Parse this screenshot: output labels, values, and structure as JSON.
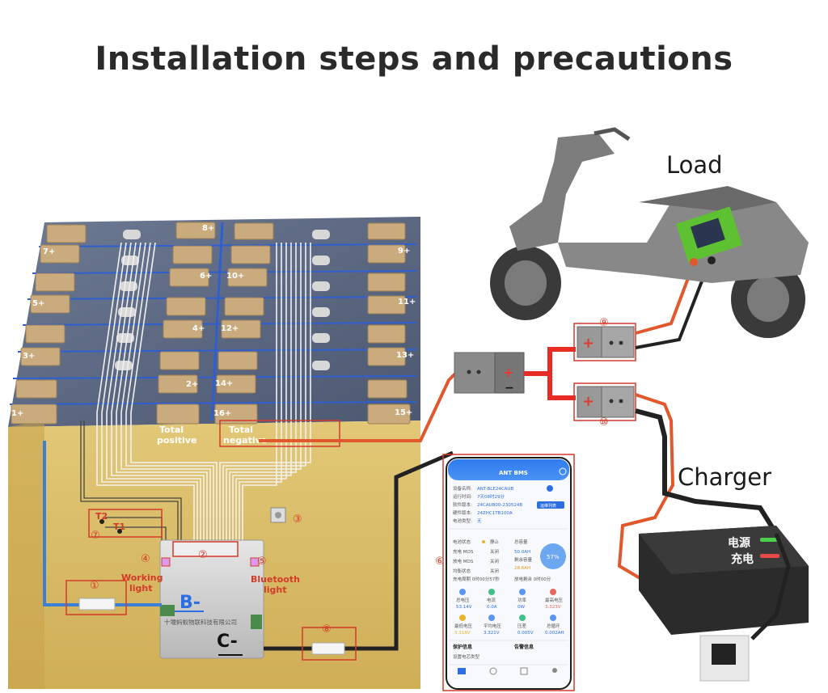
{
  "title": "Installation steps and precautions",
  "labels": {
    "load": "Load",
    "charger": "Charger",
    "total_positive": [
      "Total",
      "positive"
    ],
    "total_negative": [
      "Total",
      "negative"
    ],
    "working_light": [
      "Working",
      "light"
    ],
    "bluetooth_light": [
      "Bluetooth",
      "light"
    ],
    "b_minus": "B-",
    "c_minus": "C-",
    "t1": "T1",
    "t2": "T2",
    "bms_company": "十堰蚂蚁物联科技有限公司"
  },
  "cell_labels": [
    "1+",
    "2+",
    "3+",
    "4+",
    "5+",
    "6+",
    "7+",
    "8+",
    "9+",
    "10+",
    "11+",
    "12+",
    "13+",
    "14+",
    "15+",
    "16+"
  ],
  "steps": [
    "①",
    "②",
    "③",
    "④",
    "⑤",
    "⑥",
    "⑦",
    "⑧",
    "⑨",
    "⑩"
  ],
  "charger_indicators": {
    "power": "电源",
    "charge": "充电"
  },
  "app": {
    "header": "ANT BMS",
    "rows": [
      {
        "k": "设备名称:",
        "v": "ANT-BLE24CAUB"
      },
      {
        "k": "运行时间:",
        "v": "7天08时29分"
      },
      {
        "k": "软件版本:",
        "v": "24CAUB00-230524B"
      },
      {
        "k": "硬件版本:",
        "v": "24ZHC1TB100A"
      },
      {
        "k": "电池类型:",
        "v": "无"
      }
    ],
    "button": "运维列表",
    "status": [
      {
        "k": "电池状态",
        "v": "静止"
      },
      {
        "k": "充电 MOS",
        "v": "关闭"
      },
      {
        "k": "放电 MOS",
        "v": "关闭"
      },
      {
        "k": "均衡状态",
        "v": "关闭"
      }
    ],
    "capacity_title": "总容量",
    "capacity": "50.0AH",
    "remaining_title": "剩余容量",
    "remaining": "28.6AH",
    "soc": "57%",
    "cycle_left": "充电周期 0时00分57秒",
    "cycle_right": "放电剩余 0时00分",
    "grid": [
      {
        "k": "总电压",
        "v": "53.14V"
      },
      {
        "k": "电流",
        "v": "0.0A"
      },
      {
        "k": "功率",
        "v": "0W"
      },
      {
        "k": "最高电压",
        "v": "3.323V"
      },
      {
        "k": "最低电压",
        "v": "3.318V"
      },
      {
        "k": "平均电压",
        "v": "3.321V"
      },
      {
        "k": "压差",
        "v": "0.005V"
      },
      {
        "k": "总循环",
        "v": "0.002AH"
      }
    ],
    "protect": "保护信息",
    "alarm": "告警信息",
    "protect_item": "设置电芯类型"
  }
}
